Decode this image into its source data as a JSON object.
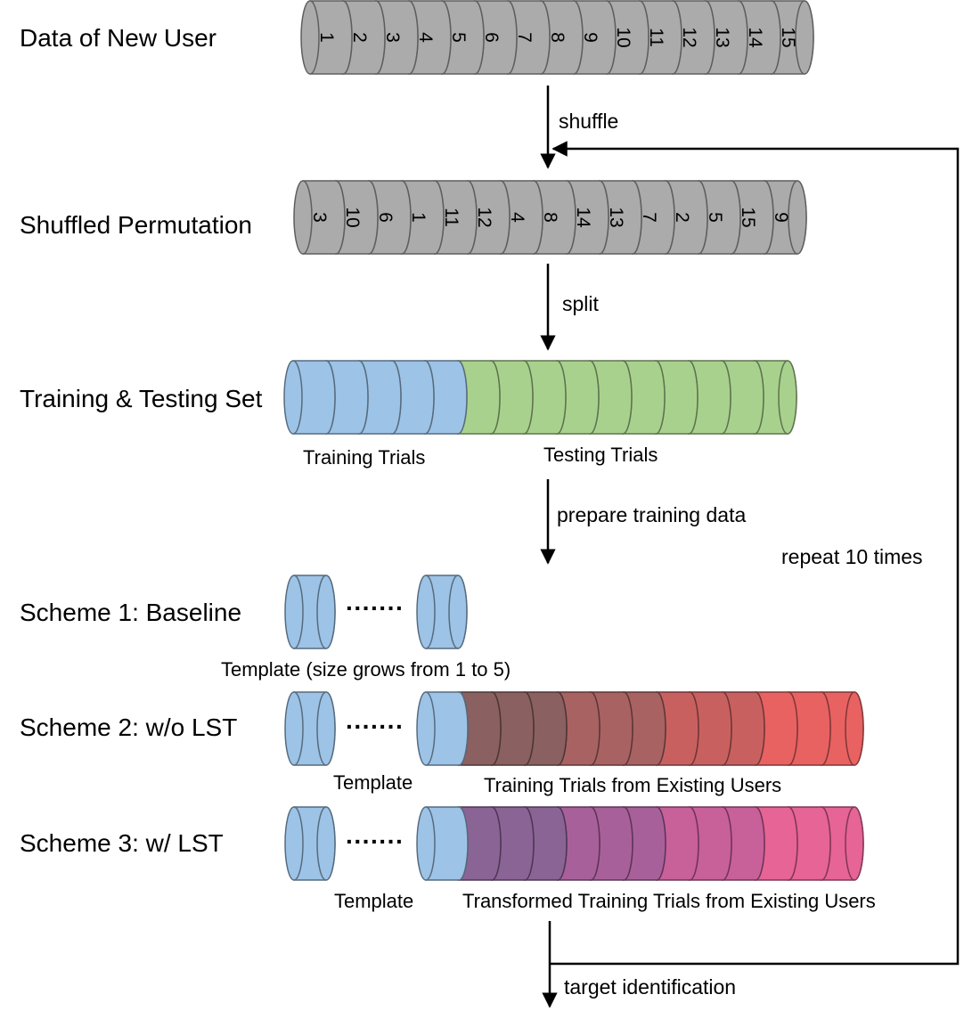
{
  "rows": {
    "data_of_new_user": {
      "label": "Data of New User",
      "trials": [
        "1",
        "2",
        "3",
        "4",
        "5",
        "6",
        "7",
        "8",
        "9",
        "10",
        "11",
        "12",
        "13",
        "14",
        "15"
      ]
    },
    "shuffled_permutation": {
      "label": "Shuffled Permutation",
      "trials": [
        "3",
        "10",
        "6",
        "1",
        "11",
        "12",
        "4",
        "8",
        "14",
        "13",
        "7",
        "2",
        "5",
        "15",
        "9"
      ]
    },
    "training_testing_set": {
      "label": "Training & Testing Set",
      "training_caption": "Training Trials",
      "testing_caption": "Testing Trials",
      "training_count": 5,
      "testing_count": 10
    },
    "scheme1": {
      "label": "Scheme 1: Baseline",
      "dots": "·······",
      "caption": "Template (size grows from 1 to 5)"
    },
    "scheme2": {
      "label": "Scheme 2: w/o LST",
      "dots": "·······",
      "template_caption": "Template",
      "caption": "Training Trials from Existing Users"
    },
    "scheme3": {
      "label": "Scheme 3: w/ LST",
      "dots": "·······",
      "template_caption": "Template",
      "caption": "Transformed Training Trials from Existing Users"
    }
  },
  "arrows": {
    "shuffle": "shuffle",
    "split": "split",
    "prepare": "prepare training data",
    "target": "target identification",
    "repeat": "repeat 10 times"
  },
  "colors": {
    "gray": "#ababab",
    "blue": "#9dc3e6",
    "green": "#a9d18e",
    "scheme2_groups": [
      "#8b6060",
      "#a86262",
      "#c96060",
      "#e86262"
    ],
    "scheme3_groups": [
      "#8b6496",
      "#a8609a",
      "#c8609a",
      "#e66496"
    ]
  }
}
